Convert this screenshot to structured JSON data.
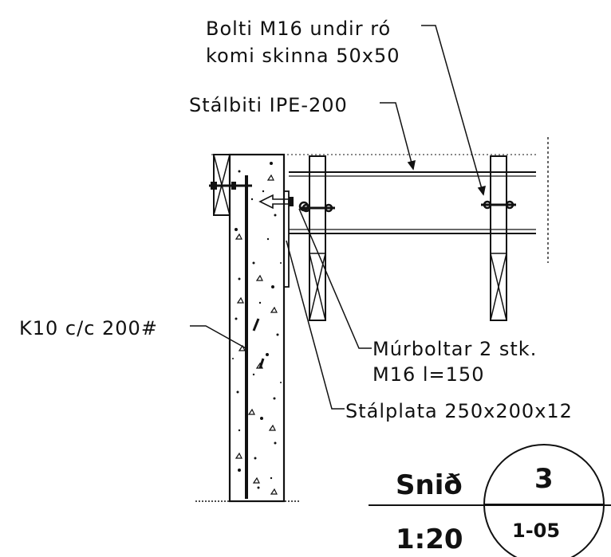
{
  "annotations": {
    "bolt_line1": "Bolti M16 undir ró",
    "bolt_line2": "komi skinna 50x50",
    "beam": "Stálbiti IPE-200",
    "rebar": "K10 c/c 200#",
    "anchor_line1": "Múrboltar 2 stk.",
    "anchor_line2": "M16 l=150",
    "plate": "Stálplata 250x200x12"
  },
  "title_block": {
    "section_label": "Snið",
    "scale": "1:20",
    "detail_number": "3",
    "sheet_ref": "1-05"
  }
}
